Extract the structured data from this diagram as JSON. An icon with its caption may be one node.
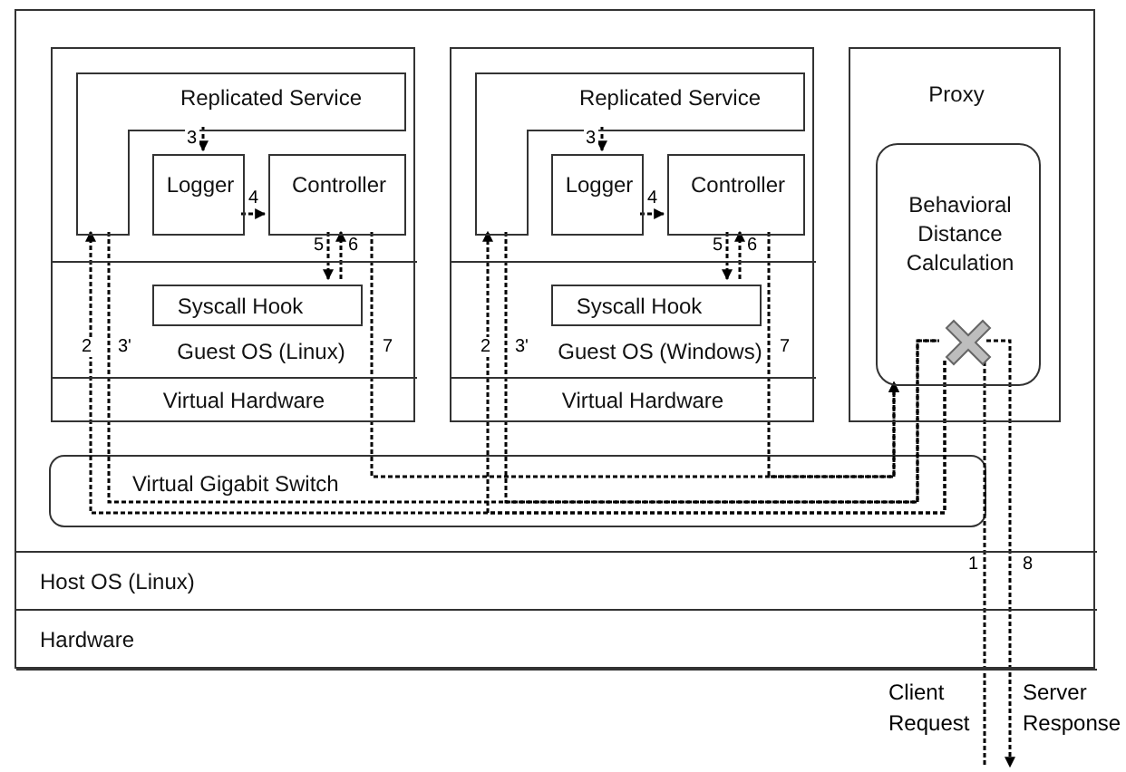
{
  "diagram": {
    "nodes": [
      {
        "text": [],
        "shape": "box"
      },
      {
        "text": [],
        "shape": "box",
        "in": 0
      },
      {
        "text": [
          "Replicated Service"
        ],
        "in": 1
      },
      {
        "text": [
          "Logger"
        ],
        "in": 1
      },
      {
        "text": [
          "Controller"
        ],
        "in": 1
      },
      {
        "text": [
          "Guest OS (Linux)"
        ],
        "in": 1
      },
      {
        "text": [
          "Syscall Hook"
        ],
        "in": 5
      },
      {
        "text": [
          "Virtual Hardware"
        ],
        "in": 1
      },
      {
        "text": [],
        "shape": "box",
        "in": 0
      },
      {
        "text": [
          "Replicated Service"
        ],
        "in": 8
      },
      {
        "text": [
          "Logger"
        ],
        "in": 8
      },
      {
        "text": [
          "Controller"
        ],
        "in": 8
      },
      {
        "text": [
          "Guest OS (Windows)"
        ],
        "in": 8
      },
      {
        "text": [
          "Syscall Hook"
        ],
        "in": 12
      },
      {
        "text": [
          "Virtual Hardware"
        ],
        "in": 8
      },
      {
        "text": [
          "Proxy"
        ],
        "in": 0
      },
      {
        "text": [
          "Behavioral Distance Calculation"
        ],
        "in": 15
      },
      {
        "text": [],
        "shape": "cross",
        "in": 16
      },
      {
        "text": [
          "Virtual Gigabit Switch"
        ],
        "in": 0
      },
      {
        "text": [
          "Host OS (Linux)"
        ],
        "in": 0
      },
      {
        "text": [
          "Hardware"
        ],
        "in": 0
      }
    ],
    "edges": [
      {
        "from": null,
        "to": 17,
        "arrow": "none",
        "label": "1",
        "style": "dashed"
      },
      {
        "from": 17,
        "to": 2,
        "arrow": "to",
        "label": "2",
        "style": "dashed"
      },
      {
        "from": 17,
        "to": 9,
        "arrow": "to",
        "label": "2",
        "style": "dashed"
      },
      {
        "from": 2,
        "to": 3,
        "arrow": "to",
        "label": "3",
        "style": "dashed"
      },
      {
        "from": 3,
        "to": 4,
        "arrow": "to",
        "label": "4",
        "style": "dashed"
      },
      {
        "from": 4,
        "to": 6,
        "arrow": "to",
        "label": "5",
        "style": "dashed"
      },
      {
        "from": 6,
        "to": 4,
        "arrow": "to",
        "label": "6",
        "style": "dashed"
      },
      {
        "from": 2,
        "to": 17,
        "arrow": "none",
        "label": "3'",
        "style": "dashed"
      },
      {
        "from": 9,
        "to": 10,
        "arrow": "to",
        "label": "3",
        "style": "dashed"
      },
      {
        "from": 10,
        "to": 11,
        "arrow": "to",
        "label": "4",
        "style": "dashed"
      },
      {
        "from": 11,
        "to": 13,
        "arrow": "to",
        "label": "5",
        "style": "dashed"
      },
      {
        "from": 13,
        "to": 11,
        "arrow": "to",
        "label": "6",
        "style": "dashed"
      },
      {
        "from": 9,
        "to": 17,
        "arrow": "none",
        "label": "3'",
        "style": "dashed"
      },
      {
        "from": 4,
        "to": 16,
        "arrow": "to",
        "label": "7",
        "style": "dashed"
      },
      {
        "from": 11,
        "to": 16,
        "arrow": "to",
        "label": "7",
        "style": "dashed"
      },
      {
        "from": 17,
        "to": null,
        "arrow": "to",
        "label": "8",
        "style": "dashed"
      }
    ],
    "labels": [
      "Client Request",
      "Server Response"
    ]
  }
}
